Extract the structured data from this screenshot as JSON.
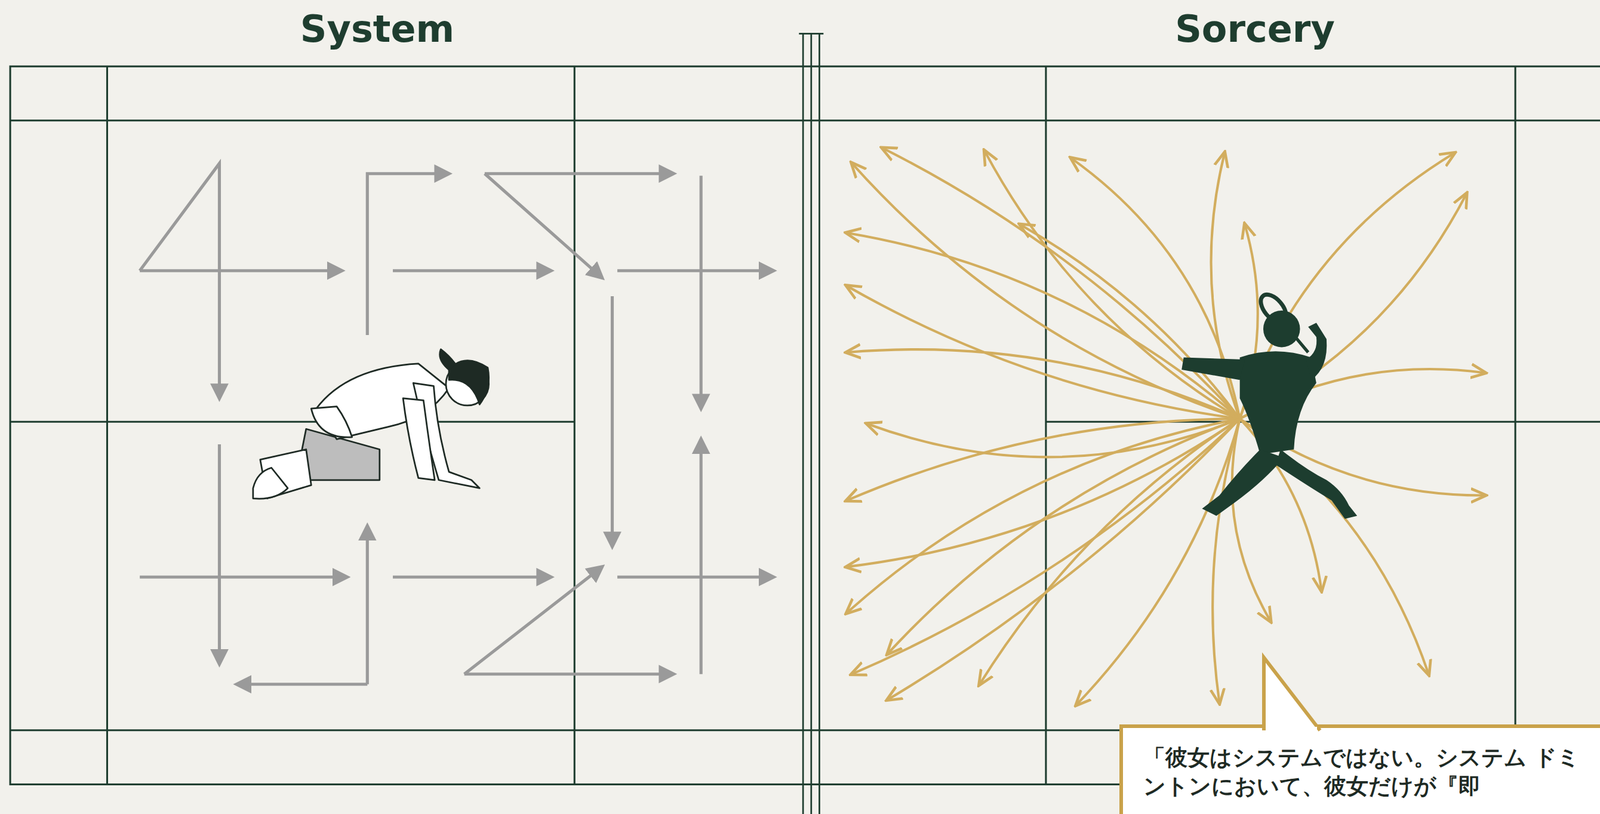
{
  "diagram": {
    "nodes": [
      {
        "text": [
          "「彼女はシステムではない。システム ドミントンにおいて、彼女だけが『即"
        ]
      }
    ],
    "labels": [
      "System",
      "Sorcery"
    ]
  }
}
